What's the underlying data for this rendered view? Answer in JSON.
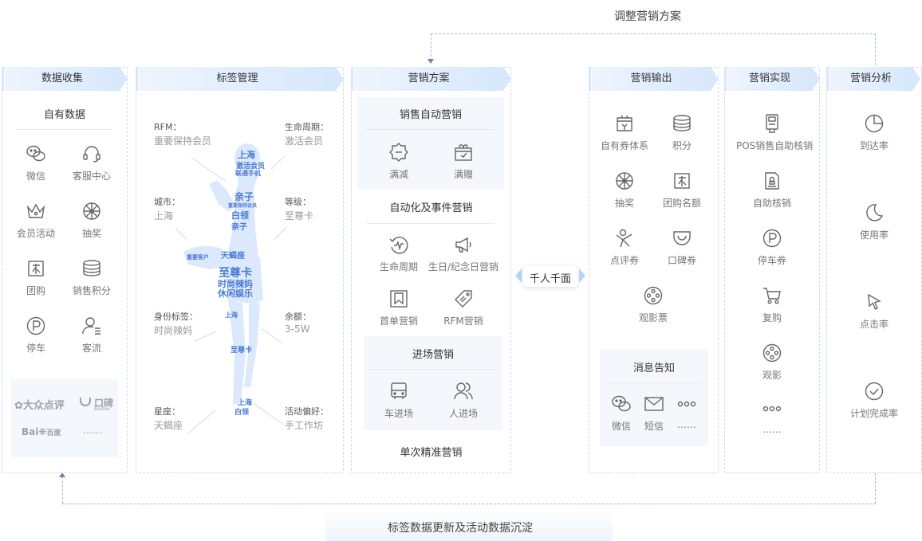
{
  "top_flow": {
    "label": "调整营销方案"
  },
  "bottom_flow": {
    "label": "标签数据更新及活动数据沉淀"
  },
  "center_badge": {
    "label": "千人千面"
  },
  "collection": {
    "header": "数据收集",
    "subtitle": "自有数据",
    "items": [
      {
        "label": "微信",
        "icon": "wechat-icon"
      },
      {
        "label": "客服中心",
        "icon": "headset-icon"
      },
      {
        "label": "会员活动",
        "icon": "crown-icon"
      },
      {
        "label": "抽奖",
        "icon": "wheel-icon"
      },
      {
        "label": "团购",
        "icon": "group-buy-icon"
      },
      {
        "label": "销售积分",
        "icon": "coins-icon"
      },
      {
        "label": "停车",
        "icon": "parking-icon"
      },
      {
        "label": "客流",
        "icon": "visitor-icon"
      }
    ],
    "partners": {
      "dianping": "大众点评",
      "koubei": "口碑",
      "koubei_en": "koubei",
      "baidu": "Bai",
      "baidu_cn": "百度",
      "more": "……"
    }
  },
  "tags": {
    "header": "标签管理",
    "left": [
      {
        "label": "RFM：",
        "value": "重要保持会员"
      },
      {
        "label": "城市：",
        "value": "上海"
      },
      {
        "label": "身份标签：",
        "value": "时尚辣妈"
      },
      {
        "label": "星座：",
        "value": "天蝎座"
      }
    ],
    "right": [
      {
        "label": "生命周期：",
        "value": "激活会员"
      },
      {
        "label": "等级：",
        "value": "至尊卡"
      },
      {
        "label": "余额：",
        "value": "3-5W"
      },
      {
        "label": "活动偏好：",
        "value": "手工作坊"
      }
    ],
    "cloud_words": [
      "上海",
      "激活会员",
      "联通手机",
      "亲子",
      "重要保持会员",
      "白领",
      "亲子",
      "天蝎座",
      "重要客户",
      "至尊卡",
      "时尚辣妈",
      "休闲娱乐",
      "上海",
      "至尊卡",
      "上海",
      "白领"
    ]
  },
  "plans": {
    "header": "营销方案",
    "auto": {
      "title": "销售自动营销",
      "items": [
        {
          "label": "满减",
          "icon": "discount-icon"
        },
        {
          "label": "满赠",
          "icon": "gift-icon"
        }
      ]
    },
    "event": {
      "title": "自动化及事件营销",
      "items": [
        {
          "label": "生命周期",
          "icon": "pulse-icon"
        },
        {
          "label": "生日/纪念日营销",
          "icon": "megaphone-icon"
        },
        {
          "label": "首单营销",
          "icon": "bookmark-icon"
        },
        {
          "label": "RFM营销",
          "icon": "tag-icon"
        }
      ]
    },
    "entry": {
      "title": "进场营销",
      "items": [
        {
          "label": "车进场",
          "icon": "car-icon"
        },
        {
          "label": "人进场",
          "icon": "people-icon"
        }
      ]
    },
    "single": {
      "title": "单次精准营销"
    }
  },
  "output": {
    "header": "营销输出",
    "items": [
      {
        "label": "自有券体系",
        "icon": "coupon-icon"
      },
      {
        "label": "积分",
        "icon": "points-icon"
      },
      {
        "label": "抽奖",
        "icon": "wheel-icon"
      },
      {
        "label": "团购名额",
        "icon": "group-buy-icon"
      },
      {
        "label": "点评券",
        "icon": "dianping-icon"
      },
      {
        "label": "口碑券",
        "icon": "koubei-icon"
      },
      {
        "label": "观影票",
        "icon": "film-icon"
      }
    ],
    "notify": {
      "title": "消息告知",
      "items": [
        {
          "label": "微信",
          "icon": "wechat-icon"
        },
        {
          "label": "短信",
          "icon": "mail-icon"
        },
        {
          "label": "……",
          "icon": "more-icon"
        }
      ]
    }
  },
  "realize": {
    "header": "营销实现",
    "items": [
      {
        "label": "POS销售自助核销",
        "icon": "pos-icon"
      },
      {
        "label": "自助核销",
        "icon": "stamp-icon"
      },
      {
        "label": "停车券",
        "icon": "parking-icon"
      },
      {
        "label": "复购",
        "icon": "cart-icon"
      },
      {
        "label": "观影",
        "icon": "film-icon"
      },
      {
        "label": "……",
        "icon": "more-icon"
      }
    ]
  },
  "analysis": {
    "header": "营销分析",
    "items": [
      {
        "label": "到达率",
        "icon": "pie-icon"
      },
      {
        "label": "使用率",
        "icon": "moon-icon"
      },
      {
        "label": "点击率",
        "icon": "cursor-icon"
      },
      {
        "label": "计划完成率",
        "icon": "check-icon"
      }
    ]
  }
}
